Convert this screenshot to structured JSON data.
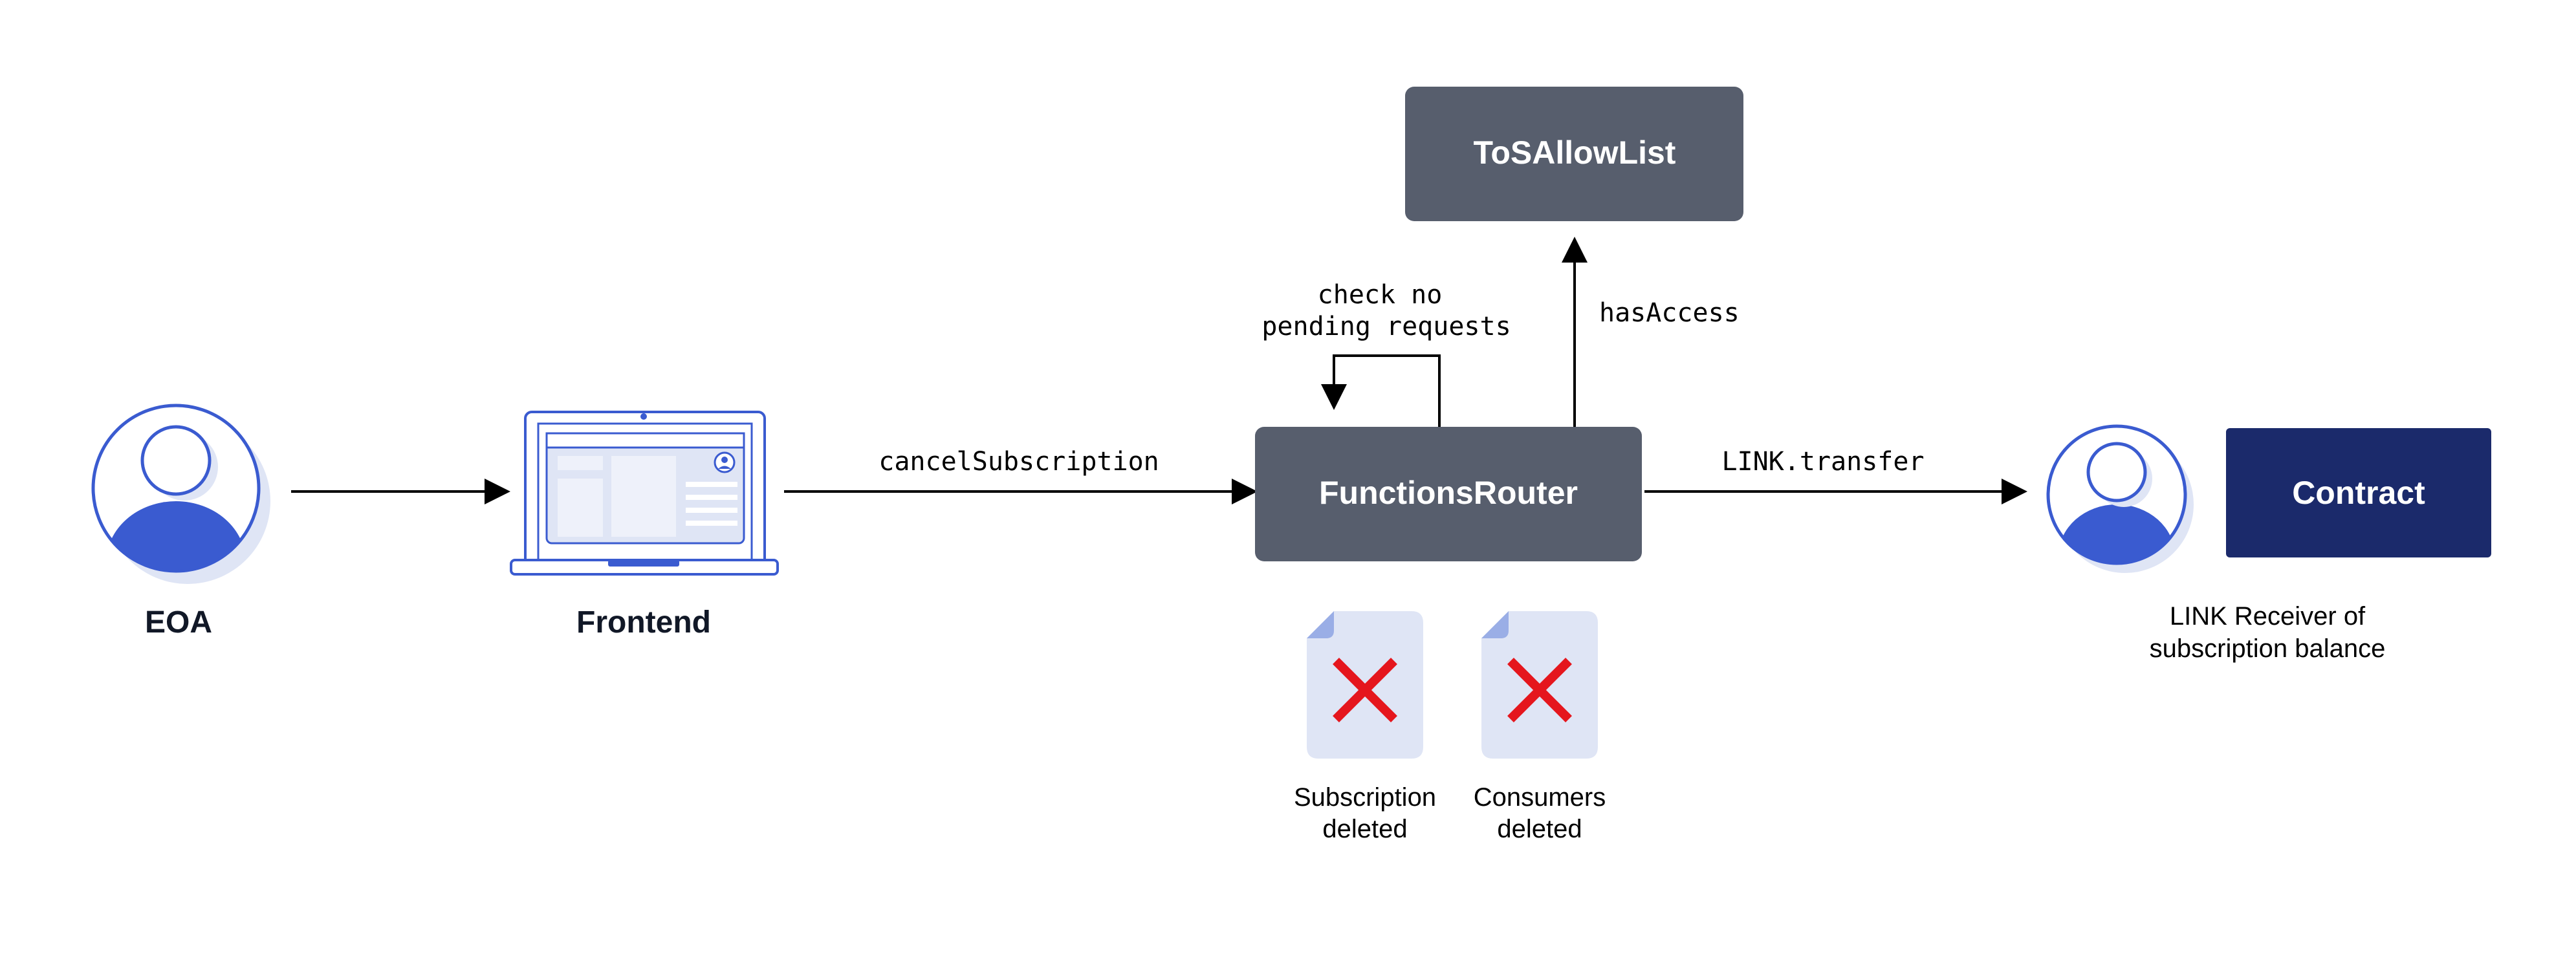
{
  "nodes": {
    "eoa": {
      "label": "EOA"
    },
    "frontend": {
      "label": "Frontend"
    },
    "router": {
      "label": "FunctionsRouter"
    },
    "allowlist": {
      "label": "ToSAllowList"
    },
    "contract": {
      "label": "Contract"
    },
    "receiver": {
      "caption_line1": "LINK Receiver of",
      "caption_line2": "subscription balance"
    }
  },
  "edges": {
    "cancel": {
      "label": "cancelSubscription"
    },
    "self_check": {
      "line1": "check no",
      "line2": "pending requests"
    },
    "has_access": {
      "label": "hasAccess"
    },
    "transfer": {
      "label": "LINK.transfer"
    }
  },
  "deletions": [
    {
      "line1": "Subscription",
      "line2": "deleted"
    },
    {
      "line1": "Consumers",
      "line2": "deleted"
    }
  ],
  "colors": {
    "router_box": "#575e6d",
    "contract_box": "#1b2a6b",
    "accent_blue": "#3a5bd0",
    "light_blue": "#dfe5f5",
    "deleted_x": "#e5161d",
    "text_dark": "#111827"
  },
  "icons": {
    "user": "user-avatar-icon",
    "laptop": "laptop-icon",
    "doc": "document-icon",
    "delete": "red-x-icon"
  }
}
